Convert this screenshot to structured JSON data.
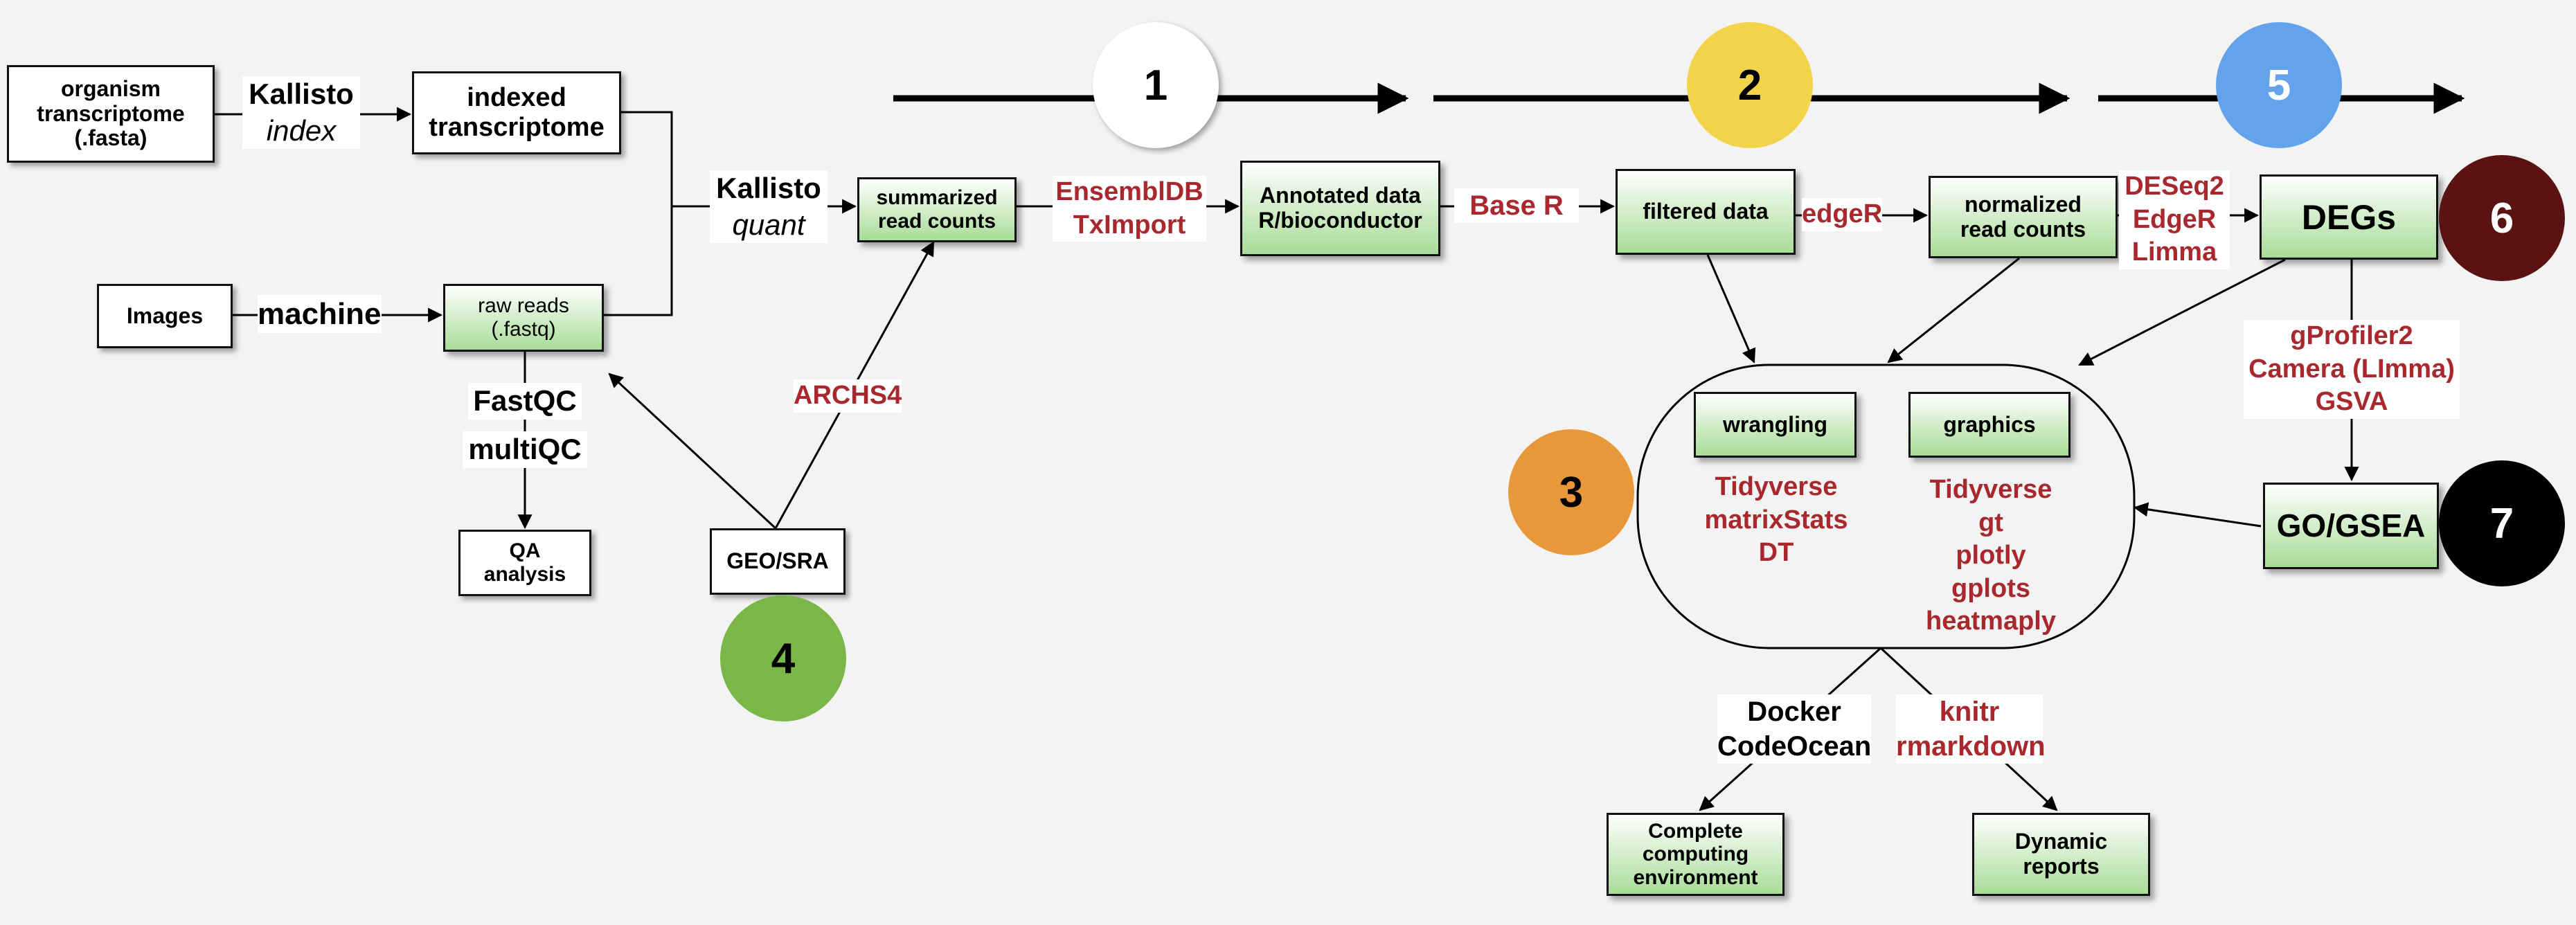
{
  "nodes": {
    "organism_transcriptome": "organism\ntranscriptome\n(.fasta)",
    "indexed_transcriptome": "indexed\ntranscriptome",
    "images": "Images",
    "raw_reads": "raw reads\n(.fastq)",
    "qa_analysis": "QA\nanalysis",
    "geo_sra": "GEO/SRA",
    "summarized_read_counts": "summarized\nread counts",
    "annotated_data": "Annotated data\nR/bioconductor",
    "filtered_data": "filtered data",
    "normalized_read_counts": "normalized\nread counts",
    "degs": "DEGs",
    "wrangling": "wrangling",
    "graphics": "graphics",
    "go_gsea": "GO/GSEA",
    "complete_computing_environment": "Complete\ncomputing\nenvironment",
    "dynamic_reports": "Dynamic\nreports"
  },
  "labels": {
    "kallisto_index_1": "Kallisto",
    "kallisto_index_2": "index",
    "machine": "machine",
    "fastqc": "FastQC",
    "multiqc": "multiQC",
    "kallisto_quant_1": "Kallisto",
    "kallisto_quant_2": "quant",
    "archs4": "ARCHS4",
    "ensembldb": "EnsemblDB",
    "tximport": "TxImport",
    "base_r": "Base R",
    "edger_filter": "edgeR",
    "deseq2": "DESeq2",
    "edger_de": "EdgeR",
    "limma": "Limma",
    "gprofiler2": "gProfiler2",
    "camera": "Camera (LImma)",
    "gsva": "GSVA",
    "wrangling_tools": [
      "Tidyverse",
      "matrixStats",
      "DT"
    ],
    "graphics_tools": [
      "Tidyverse",
      "gt",
      "plotly",
      "gplots",
      "heatmaply"
    ],
    "docker": "Docker",
    "codeocean": "CodeOcean",
    "knitr": "knitr",
    "rmarkdown": "rmarkdown"
  },
  "badges": {
    "one": "1",
    "two": "2",
    "three": "3",
    "four": "4",
    "five": "5",
    "six": "6",
    "seven": "7"
  },
  "colors": {
    "tool_red": "#a9282d",
    "badge_yellow": "#f3d34a",
    "badge_orange": "#e8983a",
    "badge_green": "#7ab648",
    "badge_blue": "#62a3ec",
    "badge_maroon": "#5a1212",
    "badge_black": "#000000",
    "node_green": "#a9dc98"
  }
}
